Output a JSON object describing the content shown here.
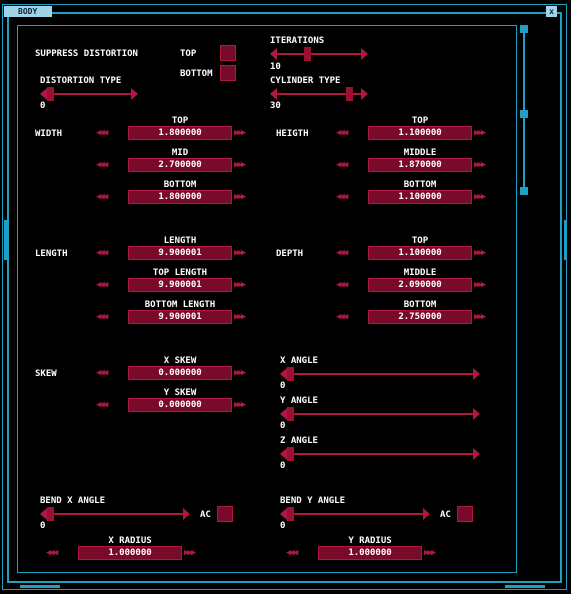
{
  "window": {
    "title": "BODY",
    "close_glyph": "x"
  },
  "checkboxes": {
    "suppress_distortion": "SUPPRESS DISTORTION",
    "top": "TOP",
    "bottom": "BOTTOM"
  },
  "sliders": {
    "iterations": {
      "label": "ITERATIONS",
      "value": "10",
      "fraction": 0.35
    },
    "distortion_type": {
      "label": "DISTORTION TYPE",
      "value": "0",
      "fraction": 0.0
    },
    "cylinder_type": {
      "label": "CYLINDER TYPE",
      "value": "30",
      "fraction": 0.9
    },
    "x_angle": {
      "label": "X ANGLE",
      "value": "0",
      "fraction": 0.0
    },
    "y_angle": {
      "label": "Y ANGLE",
      "value": "0",
      "fraction": 0.0
    },
    "z_angle": {
      "label": "Z ANGLE",
      "value": "0",
      "fraction": 0.0
    },
    "bend_x_angle": {
      "label": "BEND X ANGLE",
      "value": "0",
      "fraction": 0.0
    },
    "bend_y_angle": {
      "label": "BEND Y ANGLE",
      "value": "0",
      "fraction": 0.0
    }
  },
  "width": {
    "label": "WIDTH",
    "top": {
      "label": "TOP",
      "value": "1.800000"
    },
    "mid": {
      "label": "MID",
      "value": "2.700000"
    },
    "bottom": {
      "label": "BOTTOM",
      "value": "1.800000"
    }
  },
  "height": {
    "label": "HEIGTH",
    "top": {
      "label": "TOP",
      "value": "1.100000"
    },
    "middle": {
      "label": "MIDDLE",
      "value": "1.870000"
    },
    "bottom": {
      "label": "BOTTOM",
      "value": "1.100000"
    }
  },
  "length": {
    "label": "LENGTH",
    "length": {
      "label": "LENGTH",
      "value": "9.900001"
    },
    "top_length": {
      "label": "TOP LENGTH",
      "value": "9.900001"
    },
    "bottom_length": {
      "label": "BOTTOM LENGTH",
      "value": "9.900001"
    }
  },
  "depth": {
    "label": "DEPTH",
    "top": {
      "label": "TOP",
      "value": "1.100000"
    },
    "middle": {
      "label": "MIDDLE",
      "value": "2.090000"
    },
    "bottom": {
      "label": "BOTTOM",
      "value": "2.750000"
    }
  },
  "skew": {
    "label": "SKEW",
    "x_skew": {
      "label": "X SKEW",
      "value": "0.000000"
    },
    "y_skew": {
      "label": "Y SKEW",
      "value": "0.000000"
    }
  },
  "bend": {
    "ac_label": "AC",
    "x_radius": {
      "label": "X RADIUS",
      "value": "1.000000"
    },
    "y_radius": {
      "label": "Y RADIUS",
      "value": "1.000000"
    }
  },
  "glyphs": {
    "dec": "◀◀◀",
    "inc": "▶▶▶"
  },
  "colors": {
    "frame": "#1e9fc4",
    "control": "#7a0a2a",
    "accent": "#b01840"
  }
}
